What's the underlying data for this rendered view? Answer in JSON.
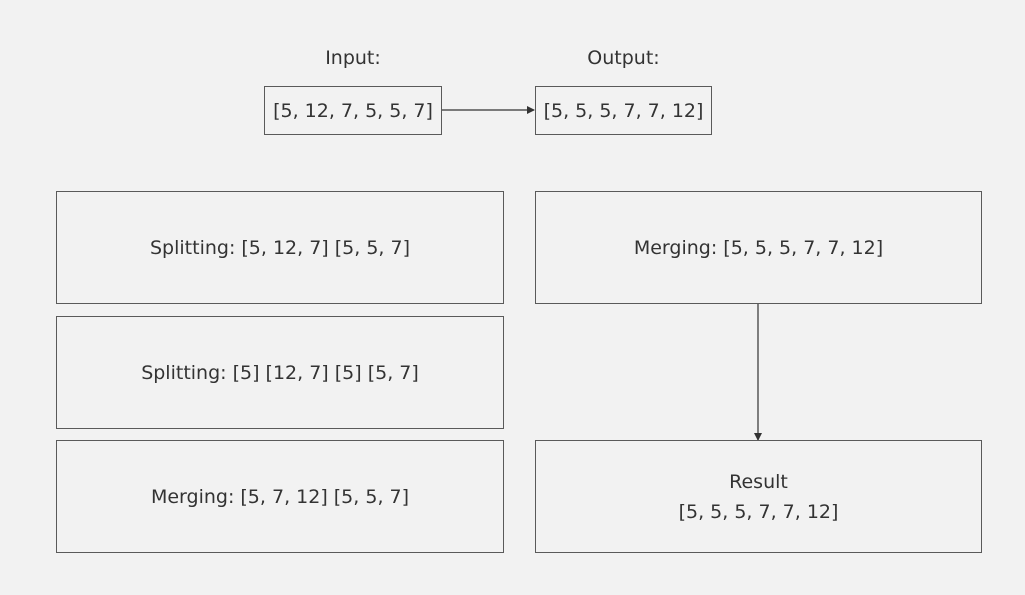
{
  "input": {
    "label": "Input:",
    "value": "[5, 12, 7, 5, 5, 7]"
  },
  "output": {
    "label": "Output:",
    "value": "[5, 5, 5, 7, 7, 12]"
  },
  "steps": {
    "split1": "Splitting: [5, 12, 7] [5, 5, 7]",
    "split2": "Splitting: [5] [12, 7] [5] [5, 7]",
    "merge1": "Merging: [5, 7, 12] [5, 5, 7]",
    "merge2": "Merging: [5, 5, 5, 7, 7, 12]"
  },
  "result": {
    "title": "Result",
    "value": "[5, 5, 5, 7, 7, 12]"
  },
  "colors": {
    "background": "#f2f2f2",
    "stroke": "#5a5a5a",
    "text": "#333333"
  }
}
